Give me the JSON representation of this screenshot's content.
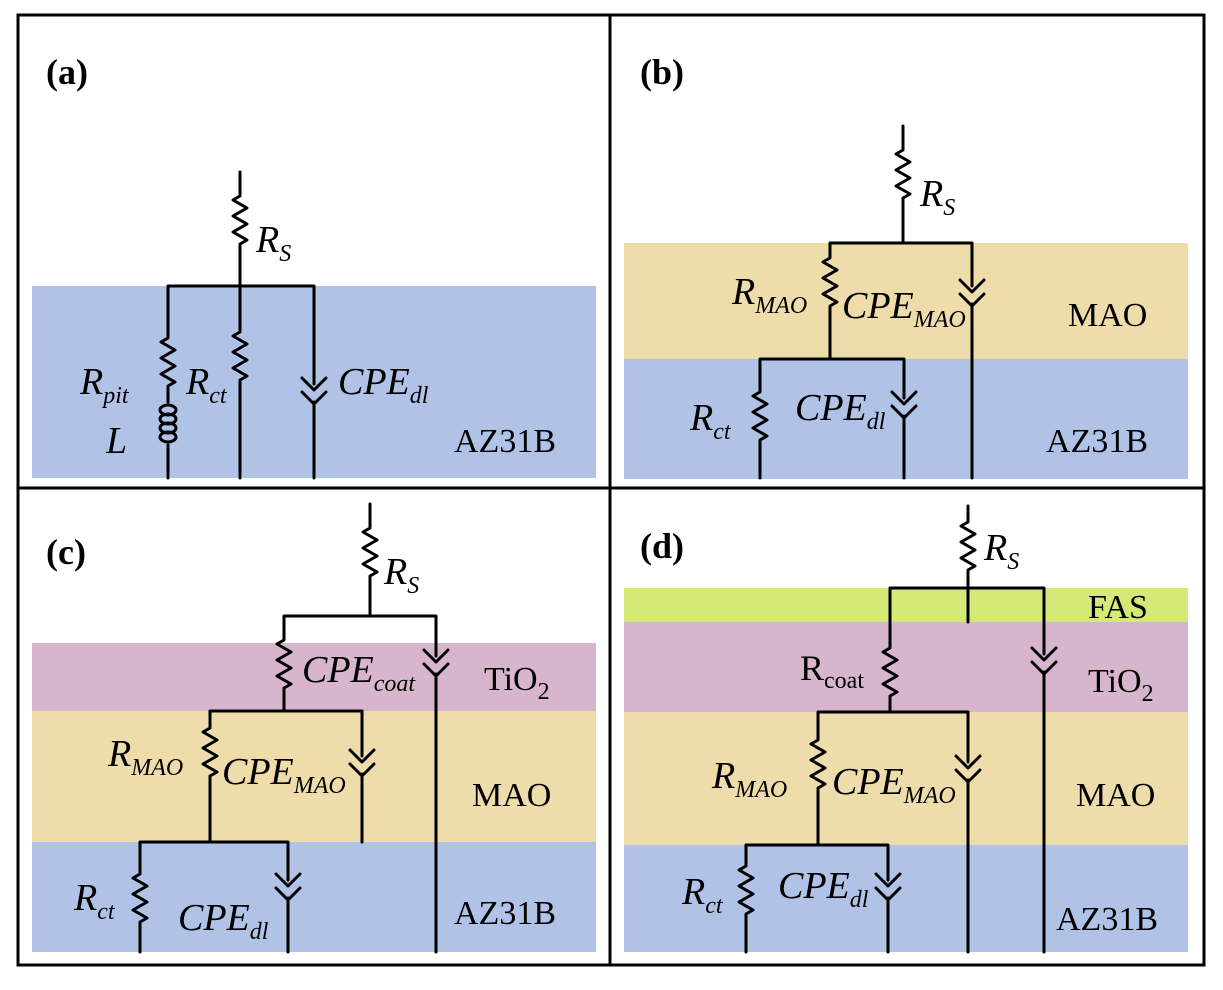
{
  "colors": {
    "substrate": "#b0c2e5",
    "mao": "#eedcab",
    "tio2": "#d7b6cd",
    "fas": "#d5e878",
    "line": "#000000",
    "frame": "#000000"
  },
  "panels": [
    {
      "id": "a",
      "label": "(a)",
      "layers": [
        "AZ31B"
      ],
      "components": [
        {
          "type": "resistor",
          "base": "R",
          "sub": "S"
        },
        {
          "type": "resistor",
          "base": "R",
          "sub": "pit"
        },
        {
          "type": "inductor",
          "base": "L",
          "sub": ""
        },
        {
          "type": "resistor",
          "base": "R",
          "sub": "ct"
        },
        {
          "type": "cpe",
          "base": "CPE",
          "sub": "dl"
        }
      ]
    },
    {
      "id": "b",
      "label": "(b)",
      "layers": [
        "MAO",
        "AZ31B"
      ],
      "components": [
        {
          "type": "resistor",
          "base": "R",
          "sub": "S"
        },
        {
          "type": "resistor",
          "base": "R",
          "sub": "MAO"
        },
        {
          "type": "cpe",
          "base": "CPE",
          "sub": "MAO"
        },
        {
          "type": "resistor",
          "base": "R",
          "sub": "ct"
        },
        {
          "type": "cpe",
          "base": "CPE",
          "sub": "dl"
        }
      ]
    },
    {
      "id": "c",
      "label": "(c)",
      "layers": [
        "TiO",
        "MAO",
        "AZ31B"
      ],
      "layer_subscripts": {
        "TiO": "2"
      },
      "components": [
        {
          "type": "resistor",
          "base": "R",
          "sub": "S"
        },
        {
          "type": "cpe",
          "base": "CPE",
          "sub": "coat"
        },
        {
          "type": "resistor",
          "base": "R",
          "sub": "MAO"
        },
        {
          "type": "cpe",
          "base": "CPE",
          "sub": "MAO"
        },
        {
          "type": "resistor",
          "base": "R",
          "sub": "ct"
        },
        {
          "type": "cpe",
          "base": "CPE",
          "sub": "dl"
        }
      ]
    },
    {
      "id": "d",
      "label": "(d)",
      "layers": [
        "FAS",
        "TiO",
        "MAO",
        "AZ31B"
      ],
      "layer_subscripts": {
        "TiO": "2"
      },
      "components": [
        {
          "type": "resistor",
          "base": "R",
          "sub": "S"
        },
        {
          "type": "resistor",
          "base": "R",
          "sub": "coat",
          "upright": true
        },
        {
          "type": "resistor",
          "base": "R",
          "sub": "MAO"
        },
        {
          "type": "cpe",
          "base": "CPE",
          "sub": "MAO"
        },
        {
          "type": "resistor",
          "base": "R",
          "sub": "ct"
        },
        {
          "type": "cpe",
          "base": "CPE",
          "sub": "dl"
        }
      ]
    }
  ]
}
